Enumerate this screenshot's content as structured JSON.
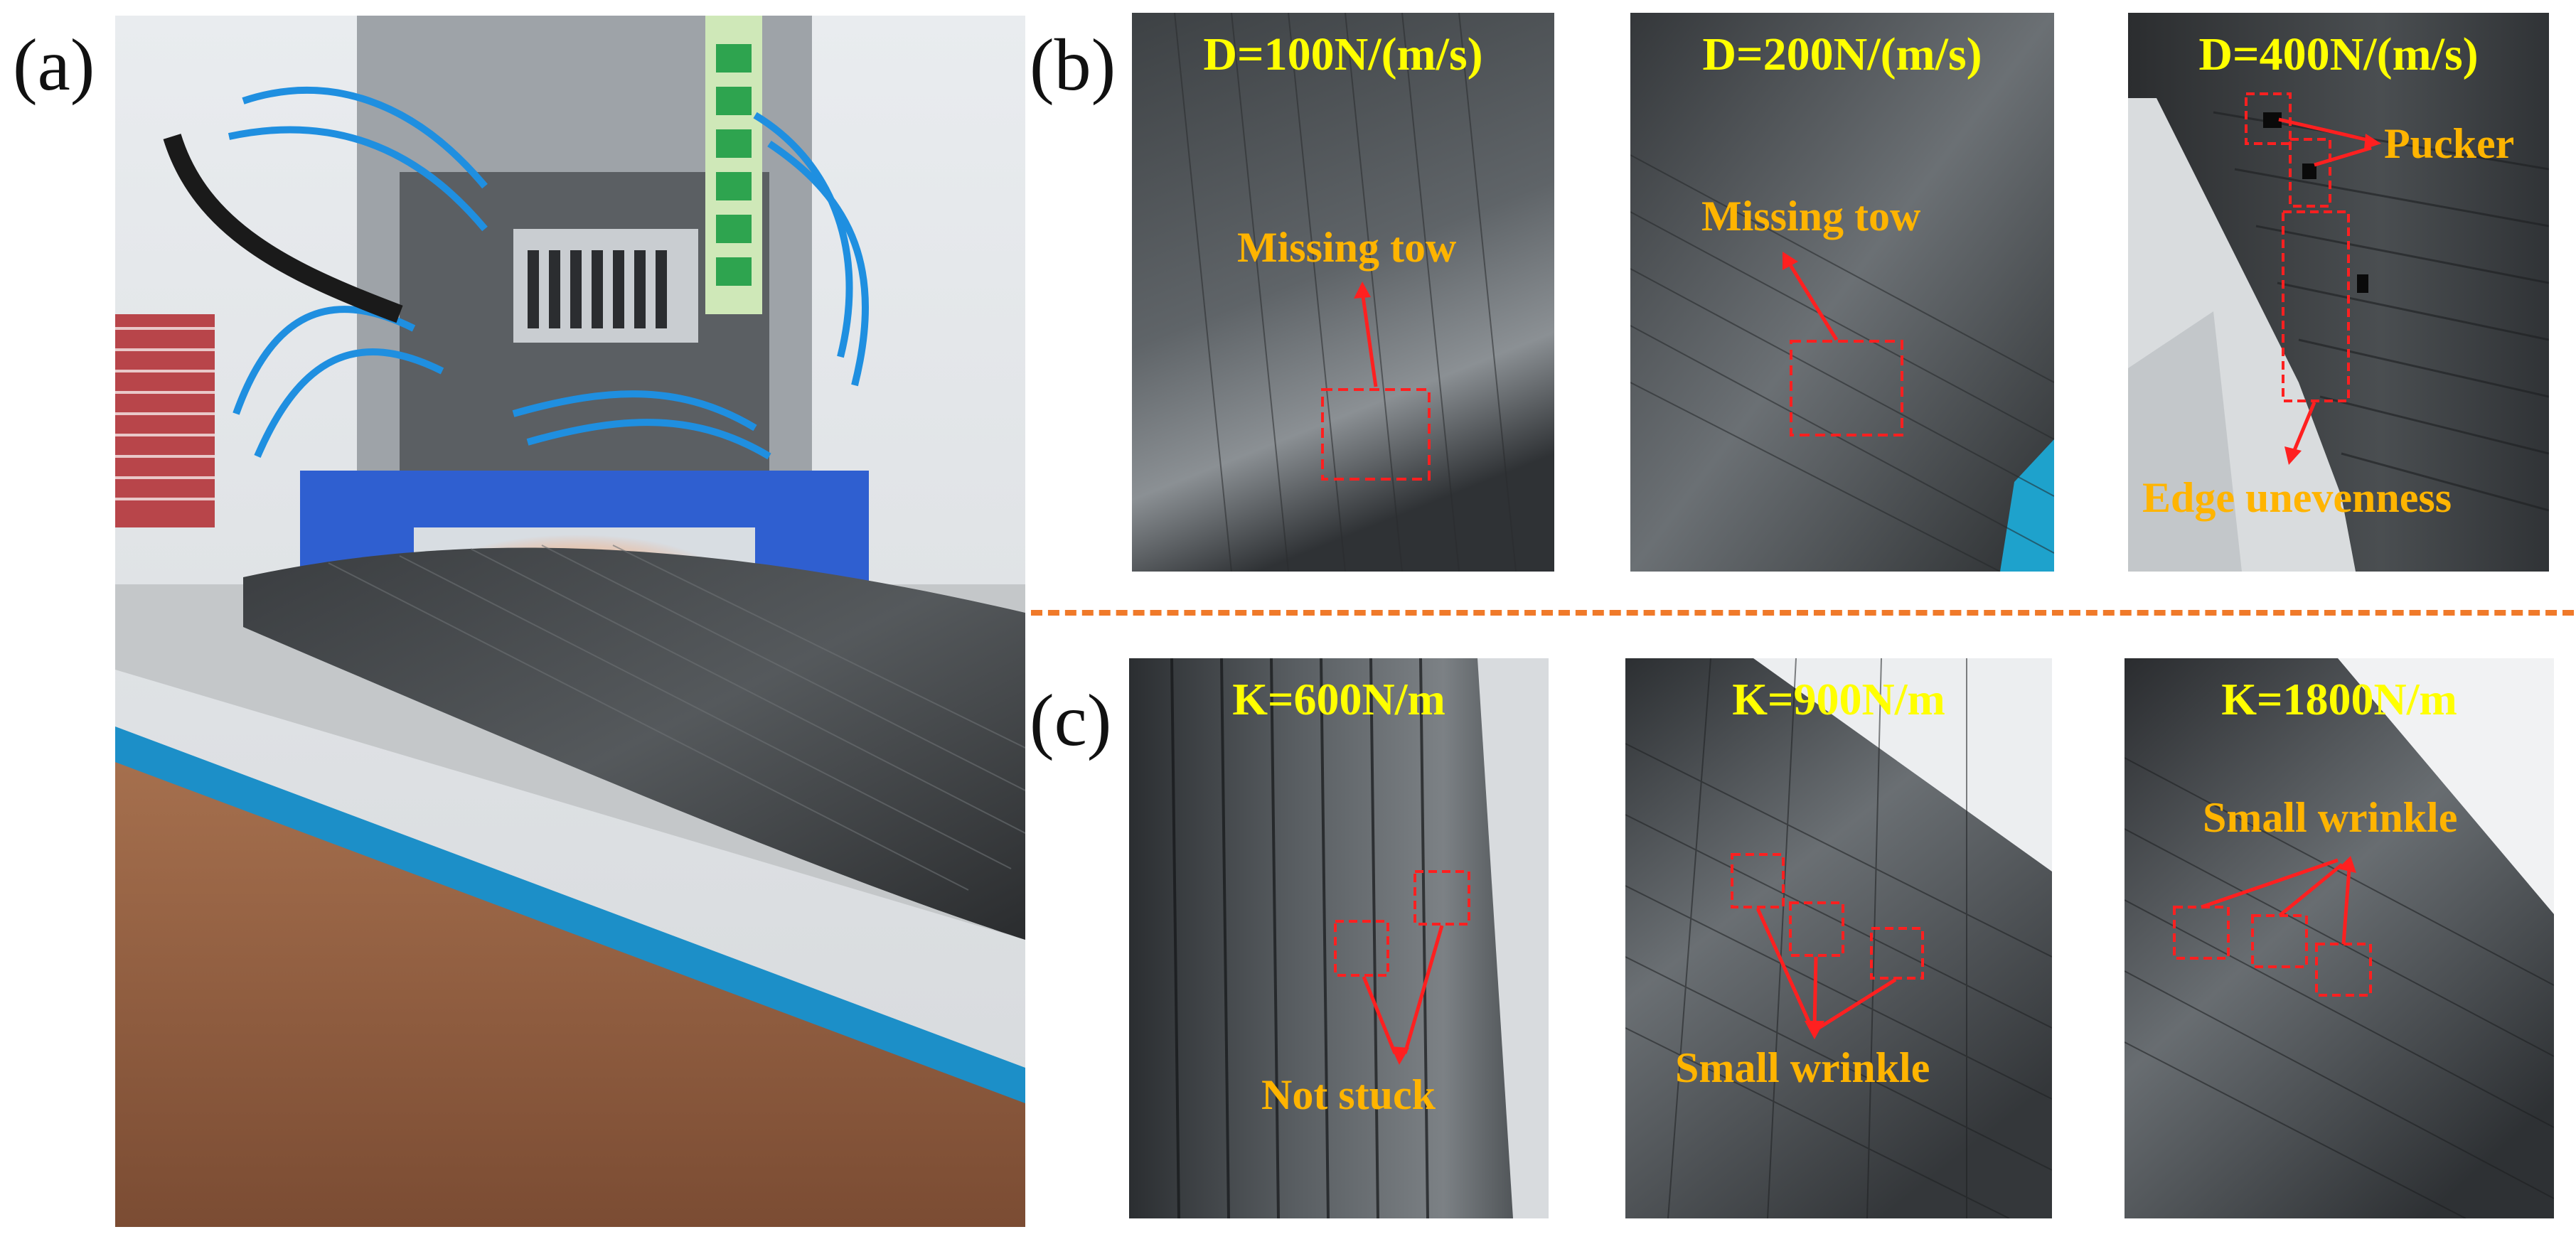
{
  "panels": {
    "a": {
      "letter": "(a)"
    },
    "b": {
      "letter": "(b)",
      "images": [
        {
          "param": "D=100N/(m/s)",
          "defects": [
            "Missing tow"
          ]
        },
        {
          "param": "D=200N/(m/s)",
          "defects": [
            "Missing tow"
          ]
        },
        {
          "param": "D=400N/(m/s)",
          "defects": [
            "Pucker",
            "Edge unevenness"
          ]
        }
      ]
    },
    "c": {
      "letter": "(c)",
      "images": [
        {
          "param": "K=600N/m",
          "defects": [
            "Not stuck"
          ]
        },
        {
          "param": "K=900N/m",
          "defects": [
            "Small wrinkle"
          ]
        },
        {
          "param": "K=1800N/m",
          "defects": [
            "Small wrinkle"
          ]
        }
      ]
    }
  },
  "colors": {
    "param_label": "#ffff00",
    "defect_label": "#ffb400",
    "annotation": "#ff2020",
    "divider": "#f07a2a"
  }
}
